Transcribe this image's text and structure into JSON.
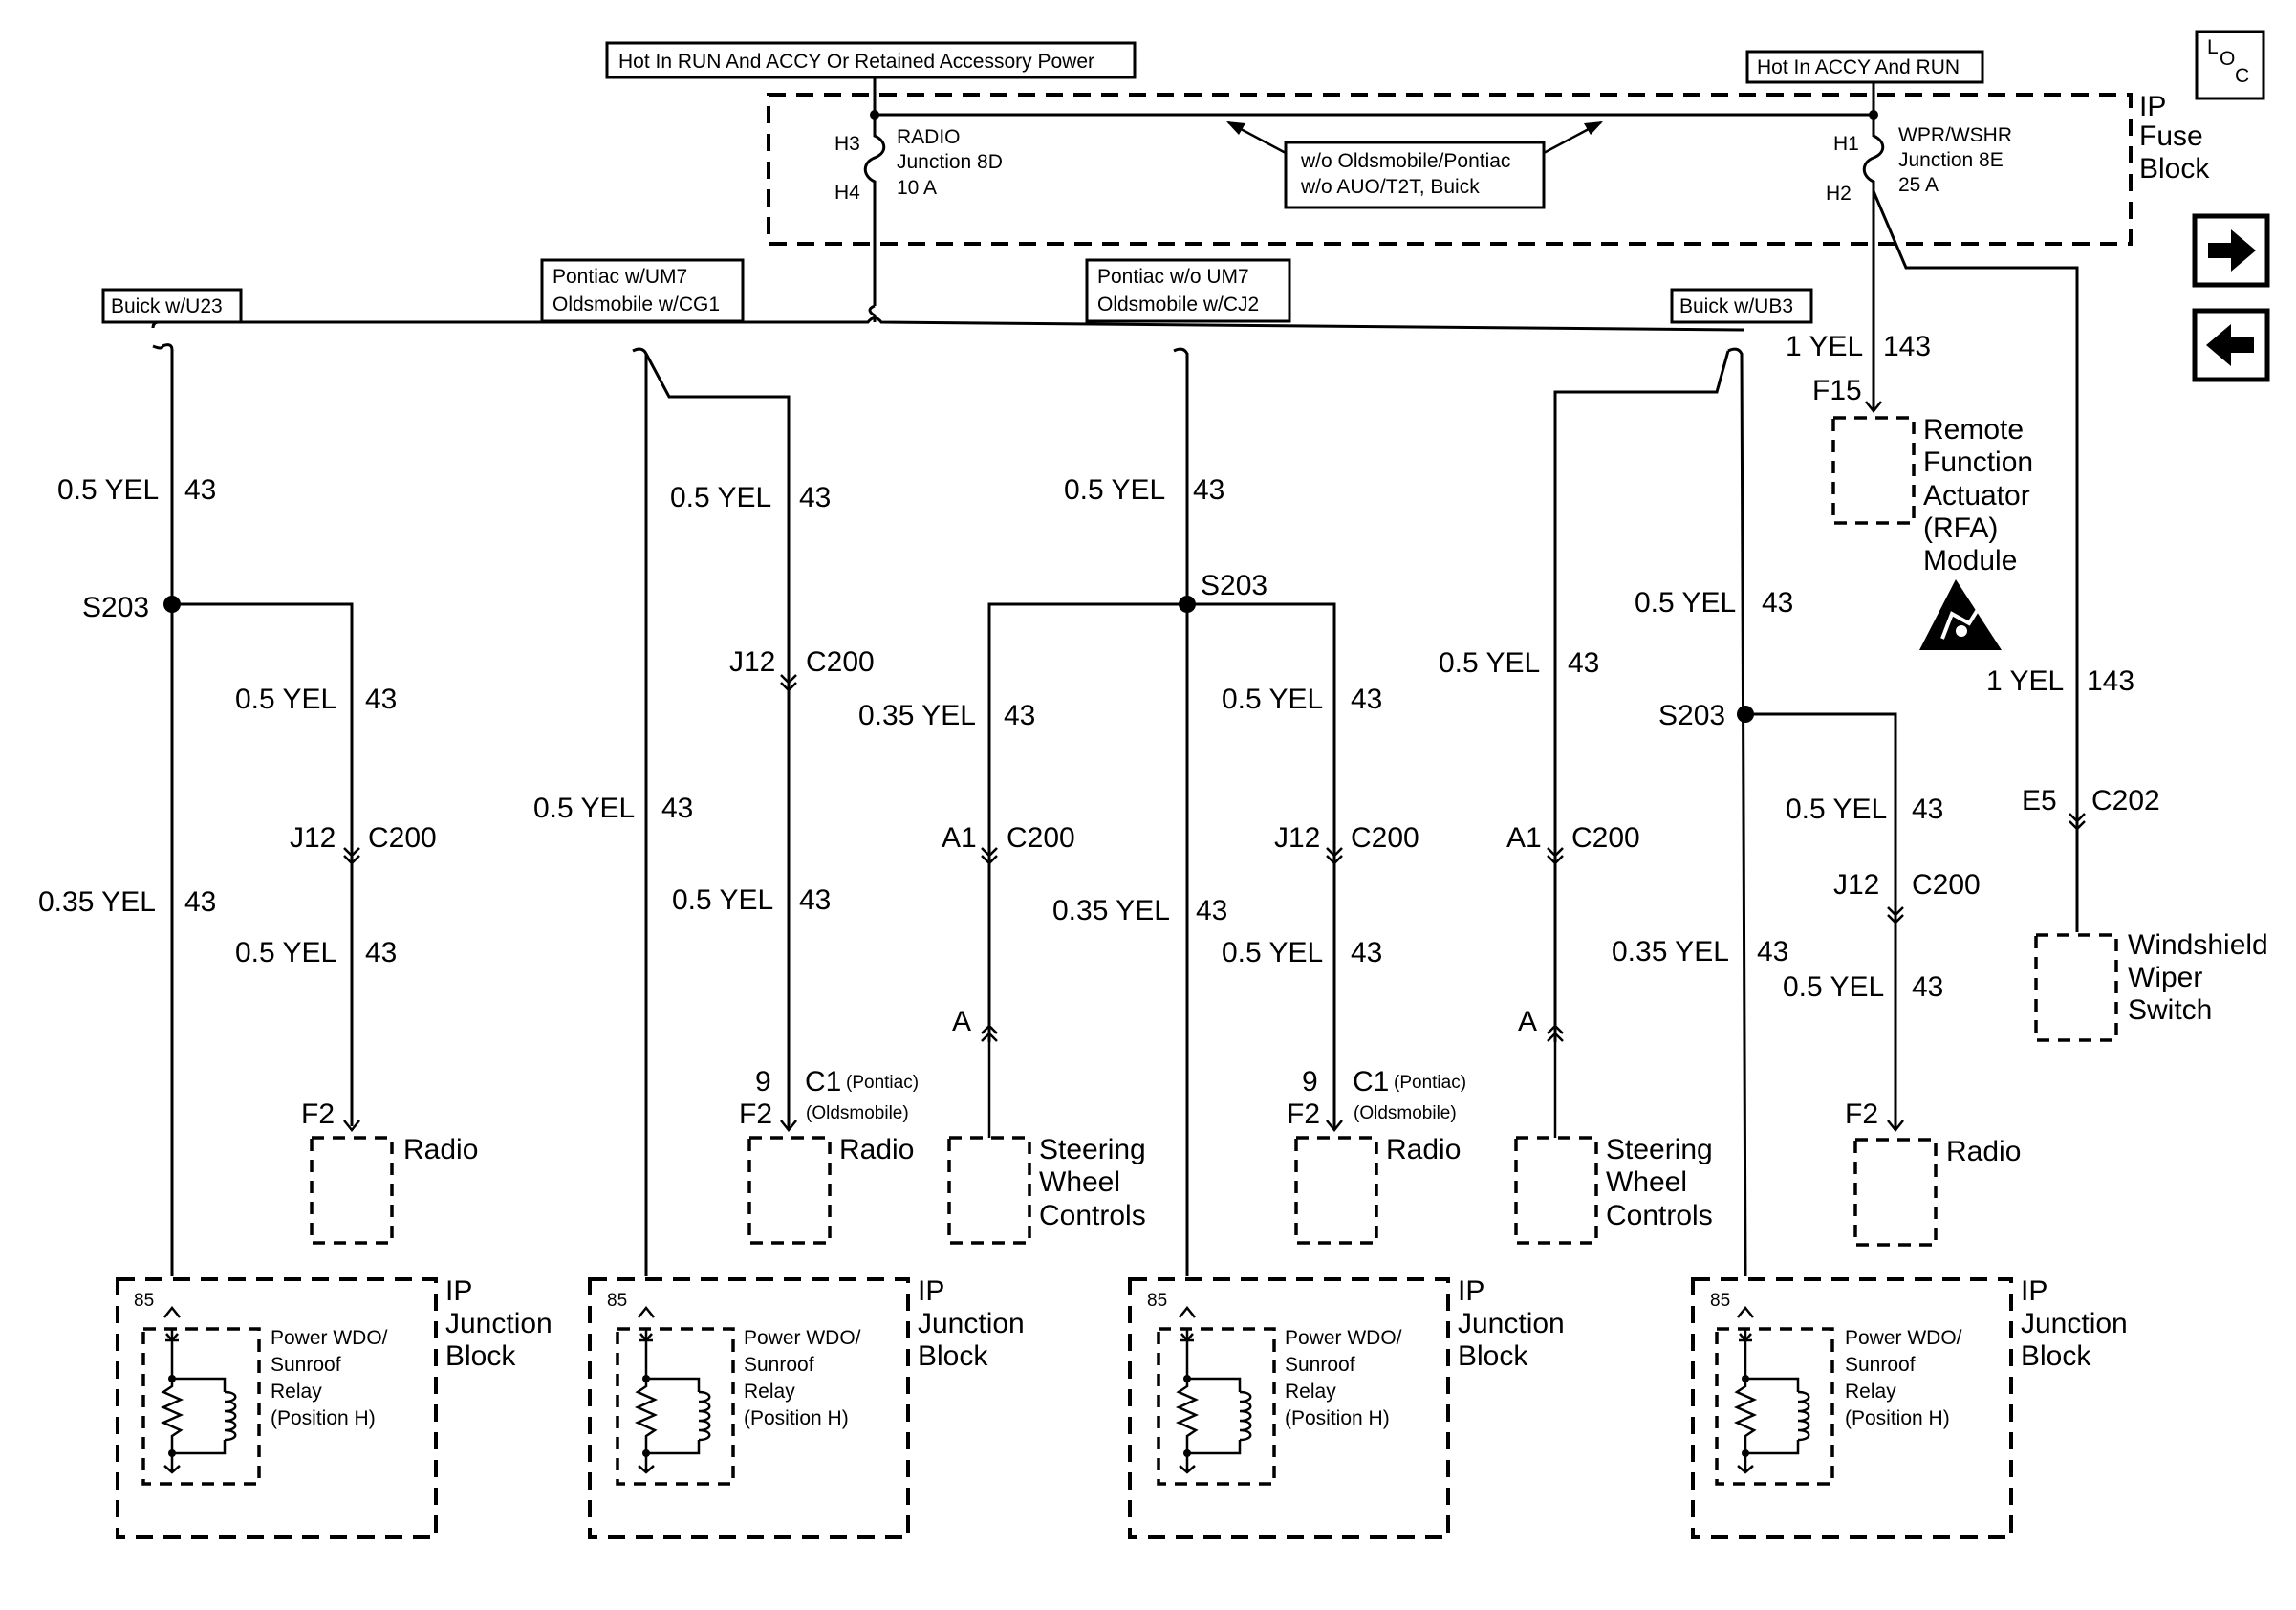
{
  "power": {
    "run_accy_label": "Hot In RUN And ACCY Or Retained Accessory Power",
    "accy_run_label": "Hot In ACCY And RUN"
  },
  "fuse_block": {
    "title_line1": "IP",
    "title_line2": "Fuse",
    "title_line3": "Block",
    "radio_fuse": {
      "pin_in": "H3",
      "pin_out": "H4",
      "name": "RADIO",
      "junction": "Junction 8D",
      "rating": "10 A"
    },
    "wpr_fuse": {
      "pin_in": "H1",
      "pin_out": "H2",
      "name": "WPR/WSHR",
      "junction": "Junction 8E",
      "rating": "25 A"
    },
    "option_note_line1": "w/o Oldsmobile/Pontiac",
    "option_note_line2": "w/o AUO/T2T, Buick"
  },
  "nav": {
    "loc_l": "L",
    "loc_o": "O",
    "loc_c": "C"
  },
  "variants": {
    "buick_u23": "Buick w/U23",
    "pontiac_um7_line1": "Pontiac w/UM7",
    "pontiac_um7_line2": "Oldsmobile w/CG1",
    "pontiac_wo_um7_line1": "Pontiac w/o UM7",
    "pontiac_wo_um7_line2": "Oldsmobile w/CJ2",
    "buick_ub3": "Buick w/UB3"
  },
  "wires": {
    "w05_yel": "0.5 YEL",
    "w035_yel": "0.35 YEL",
    "w1_yel": "1 YEL",
    "circuit_43": "43",
    "circuit_143": "143"
  },
  "connectors": {
    "s203": "S203",
    "j12": "J12",
    "c200": "C200",
    "a1": "A1",
    "a": "A",
    "f2": "F2",
    "pin_9": "9",
    "c1": "C1",
    "pontiac_paren": "(Pontiac)",
    "oldsmobile_paren": "(Oldsmobile)",
    "f15": "F15",
    "e5": "E5",
    "c202": "C202",
    "pin_85": "85"
  },
  "components": {
    "radio": "Radio",
    "swc_line1": "Steering",
    "swc_line2": "Wheel",
    "swc_line3": "Controls",
    "rfa_line1": "Remote",
    "rfa_line2": "Function",
    "rfa_line3": "Actuator",
    "rfa_line4": "(RFA)",
    "rfa_line5": "Module",
    "wiper_line1": "Windshield",
    "wiper_line2": "Wiper",
    "wiper_line3": "Switch",
    "ipjb_line1": "IP",
    "ipjb_line2": "Junction",
    "ipjb_line3": "Block",
    "relay_line1": "Power WDO/",
    "relay_line2": "Sunroof",
    "relay_line3": "Relay",
    "relay_line4": "(Position H)"
  }
}
